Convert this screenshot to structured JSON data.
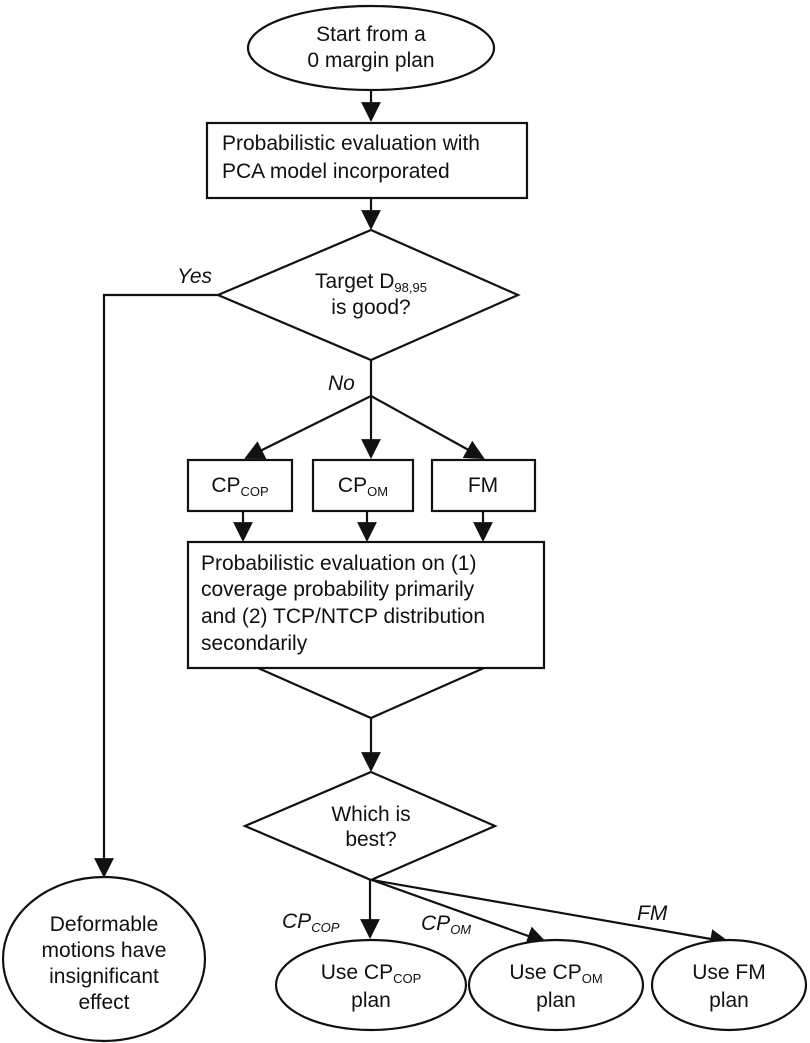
{
  "nodes": {
    "start": {
      "line1": "Start from a",
      "line2": "0 margin plan"
    },
    "eval_pca": {
      "line1": "Probabilistic evaluation with",
      "line2": "PCA model incorporated"
    },
    "target_check": {
      "line1_main": "Target D",
      "line1_sub": "98,95",
      "line2": "is good?"
    },
    "cp_cop": {
      "main": "CP",
      "sub": "COP"
    },
    "cp_om": {
      "main": "CP",
      "sub": "OM"
    },
    "fm": {
      "main": "FM"
    },
    "eval_coverage": {
      "line1": "Probabilistic evaluation on (1)",
      "line2": "coverage probability primarily",
      "line3": "and (2) TCP/NTCP distribution",
      "line4": "secondarily"
    },
    "which_best": {
      "line1": "Which is",
      "line2": "best?"
    },
    "deformable": {
      "line1": "Deformable",
      "line2": "motions have",
      "line3": "insignificant",
      "line4": "effect"
    },
    "use_cp_cop": {
      "line1_main": "Use CP",
      "line1_sub": "COP",
      "line2": "plan"
    },
    "use_cp_om": {
      "line1_main": "Use CP",
      "line1_sub": "OM",
      "line2": "plan"
    },
    "use_fm": {
      "line1": "Use FM",
      "line2": "plan"
    }
  },
  "edge_labels": {
    "yes": "Yes",
    "no": "No",
    "cp_cop": {
      "main": "CP",
      "sub": "COP"
    },
    "cp_om": {
      "main": "CP",
      "sub": "OM"
    },
    "fm": "FM"
  }
}
